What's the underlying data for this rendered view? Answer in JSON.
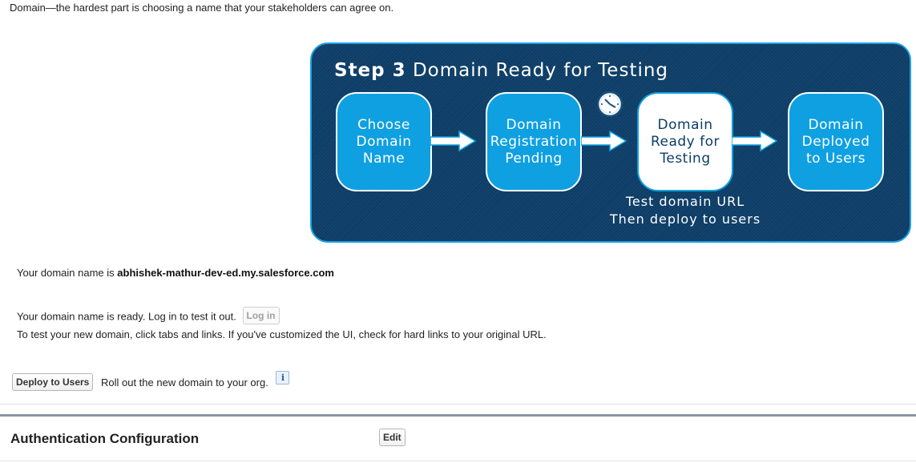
{
  "intro": {
    "text": "Domain—the hardest part is choosing a name that your stakeholders can agree on."
  },
  "diagram": {
    "step_label": "Step 3",
    "step_title": "Domain Ready for Testing",
    "steps": [
      {
        "label": "Choose\nDomain\nName",
        "active": false
      },
      {
        "label": "Domain\nRegistration\nPending",
        "active": false
      },
      {
        "label": "Domain\nReady for\nTesting",
        "active": true
      },
      {
        "label": "Domain\nDeployed\nto Users",
        "active": false
      }
    ],
    "note": "Test domain URL\nThen deploy to users",
    "colors": {
      "background": "#0d3d66",
      "box": "#0fa0e2",
      "border": "#1aa3e8"
    }
  },
  "domain_info": {
    "prefix": "Your domain name is",
    "domain": "abhishek-mathur-dev-ed.my.salesforce.com"
  },
  "ready": {
    "text": "Your domain name is ready. Log in to test it out.",
    "login_label": "Log in",
    "test_text": "To test your new domain, click tabs and links. If you've customized the UI, check for hard links to your original URL."
  },
  "deploy": {
    "button_label": "Deploy to Users",
    "description": "Roll out the new domain to your org.",
    "info_icon": "info-icon"
  },
  "auth": {
    "title": "Authentication Configuration",
    "edit_label": "Edit"
  }
}
